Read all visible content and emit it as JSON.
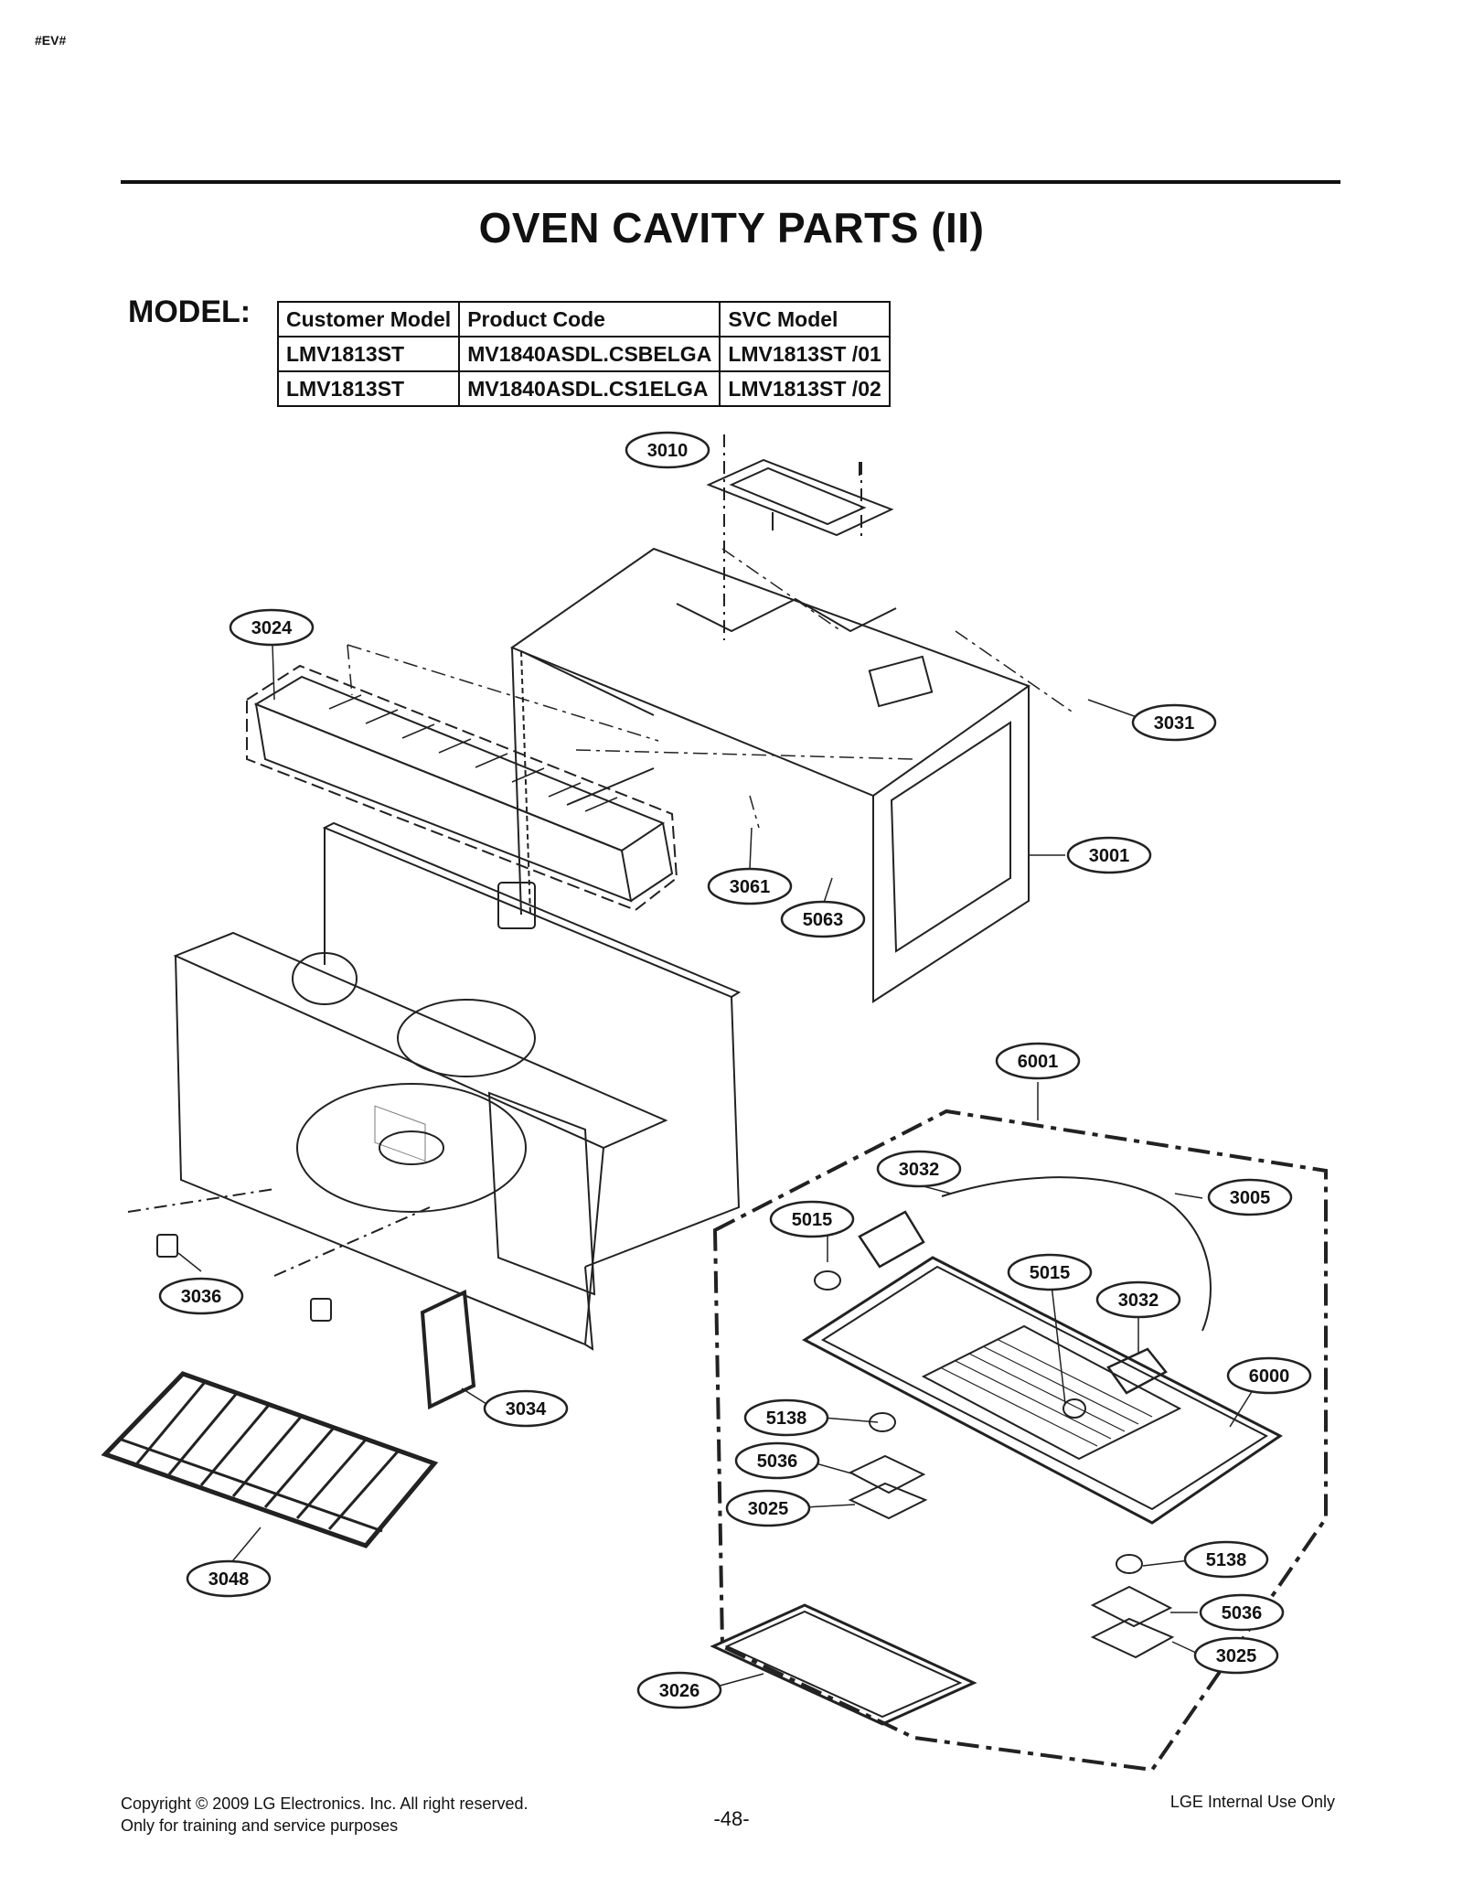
{
  "header_tag": "#EV#",
  "title": "OVEN CAVITY PARTS (II)",
  "model_label": "MODEL:",
  "model_table": {
    "headers": [
      "Customer Model",
      "Product Code",
      "SVC Model"
    ],
    "rows": [
      [
        "LMV1813ST",
        "MV1840ASDL.CSBELGA",
        "LMV1813ST /01"
      ],
      [
        "LMV1813ST",
        "MV1840ASDL.CS1ELGA",
        "LMV1813ST /02"
      ]
    ]
  },
  "callouts": {
    "c3010": "3010",
    "c3024": "3024",
    "c3031": "3031",
    "c3001": "3001",
    "c3061": "3061",
    "c5063": "5063",
    "c6001": "6001",
    "c3032a": "3032",
    "c3005": "3005",
    "c5015a": "5015",
    "c5015b": "5015",
    "c3032b": "3032",
    "c6000": "6000",
    "c3036": "3036",
    "c3034": "3034",
    "c5138a": "5138",
    "c5036a": "5036",
    "c3025a": "3025",
    "c5138b": "5138",
    "c5036b": "5036",
    "c3025b": "3025",
    "c3048": "3048",
    "c3026": "3026"
  },
  "footer": {
    "copyright": "Copyright © 2009 LG Electronics. Inc. All right reserved.",
    "training": "Only for training and service purposes",
    "page": "-48-",
    "internal": "LGE Internal Use Only"
  }
}
